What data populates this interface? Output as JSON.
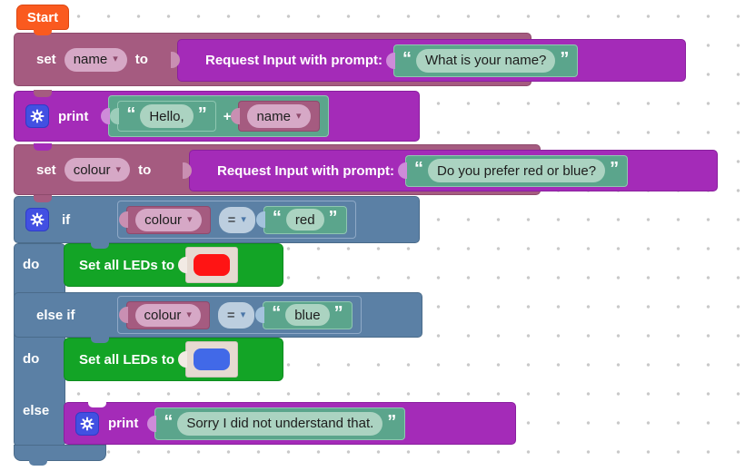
{
  "glyphs": {
    "quote_open": "“",
    "quote_close": "”",
    "dropdown_arrow": "▾",
    "gear_icon": "gear"
  },
  "blocks": {
    "start": {
      "label": "Start"
    },
    "set_name": {
      "keyword_set": "set",
      "variable": "name",
      "keyword_to": "to"
    },
    "request_input_1": {
      "label": "Request Input with prompt:",
      "value": "What is your name?"
    },
    "print_hello": {
      "label": "print",
      "value": "Hello,",
      "operator": "+",
      "variable": "name"
    },
    "set_colour": {
      "keyword_set": "set",
      "variable": "colour",
      "keyword_to": "to"
    },
    "request_input_2": {
      "label": "Request Input with prompt:",
      "value": "Do you prefer red or blue?"
    },
    "if_block": {
      "if_label": "if",
      "do1_label": "do",
      "elseif_label": "else if",
      "do2_label": "do",
      "else_label": "else",
      "cond_red": {
        "variable": "colour",
        "operator": "=",
        "value": "red"
      },
      "cond_blue": {
        "variable": "colour",
        "operator": "=",
        "value": "blue"
      },
      "led_red": {
        "label": "Set all LEDs to",
        "color": "#FF1414"
      },
      "led_blue": {
        "label": "Set all LEDs to",
        "color": "#4169E8"
      },
      "print_sorry": {
        "label": "print",
        "value": "Sorry I did not understand that."
      }
    }
  }
}
